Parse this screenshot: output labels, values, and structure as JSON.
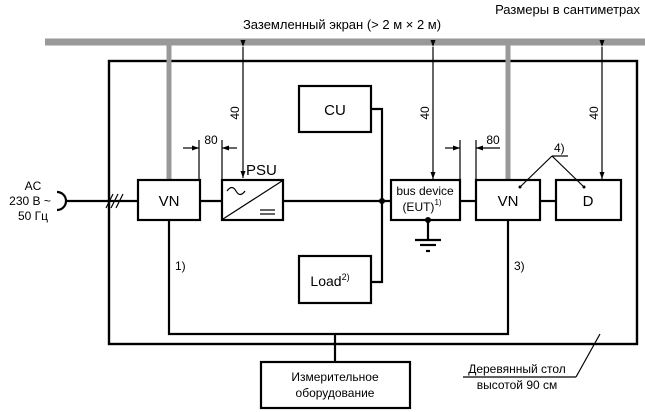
{
  "header": {
    "units_note": "Размеры  в сантиметрах",
    "screen_label": "Заземленный экран (> 2 м × 2 м)"
  },
  "colors": {
    "ground_screen": "#999999",
    "lines": "#000000",
    "background": "#ffffff"
  },
  "power_source": {
    "line1": "AC",
    "line2": "230 В ~",
    "line3": "50 Гц"
  },
  "blocks": {
    "vn_left": "VN",
    "psu_label": "PSU",
    "cu": "CU",
    "load": "Load",
    "load_note": "2)",
    "bus_device_line1": "bus device",
    "bus_device_line2": "(EUT)",
    "bus_device_note": "1)",
    "vn_right": "VN",
    "d": "D",
    "measurement_line1": "Измерительное",
    "measurement_line2": "оборудование"
  },
  "dimensions": {
    "height_psu": "40",
    "height_eut": "40",
    "height_d": "40",
    "gap_vn_psu": "80",
    "gap_eut_vn": "80"
  },
  "notes": {
    "n1": "1)",
    "n3": "3)",
    "n4": "4)"
  },
  "table": {
    "line1": "Деревянный стол",
    "line2": "высотой 90 см"
  }
}
